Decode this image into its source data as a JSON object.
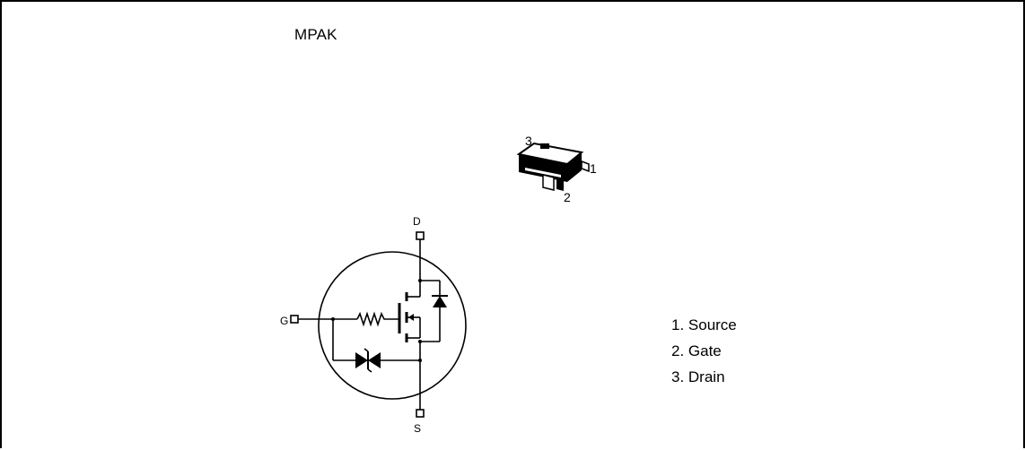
{
  "package": {
    "name": "MPAK"
  },
  "package_pins": {
    "pin3": "3",
    "pin1": "1",
    "pin2": "2"
  },
  "terminals": {
    "drain": "D",
    "gate": "G",
    "source": "S"
  },
  "pin_list": [
    "1. Source",
    "2. Gate",
    "3. Drain"
  ]
}
